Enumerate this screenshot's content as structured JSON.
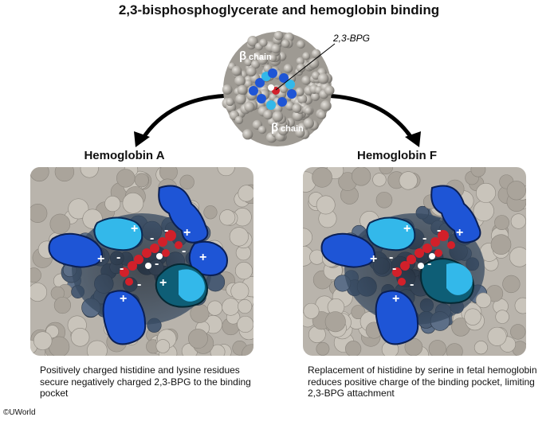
{
  "title": "2,3-bisphosphoglycerate and hemoglobin binding",
  "top_structure": {
    "label_bpg": "2,3-BPG",
    "beta_word": "β",
    "chain_word": "chain"
  },
  "panels": [
    {
      "heading": "Hemoglobin A",
      "caption": "Positively charged histidine and lysine residues secure negatively charged 2,3-BPG to the binding pocket"
    },
    {
      "heading": "Hemoglobin F",
      "caption": "Replacement of histidine by serine in fetal hemoglobin reduces positive charge of the binding pocket, limiting 2,3-BPG attachment"
    }
  ],
  "symbols": {
    "plus": "+",
    "minus": "-"
  },
  "copyright": "©UWorld",
  "colors": {
    "residue_dark_blue": "#1e55d6",
    "residue_light_blue": "#33b8ea",
    "residue_teal_serine": "#0e5e76",
    "bpg_red": "#d2202a",
    "protein_gray": "#a8a39a",
    "pocket_shadow": "#344660"
  }
}
